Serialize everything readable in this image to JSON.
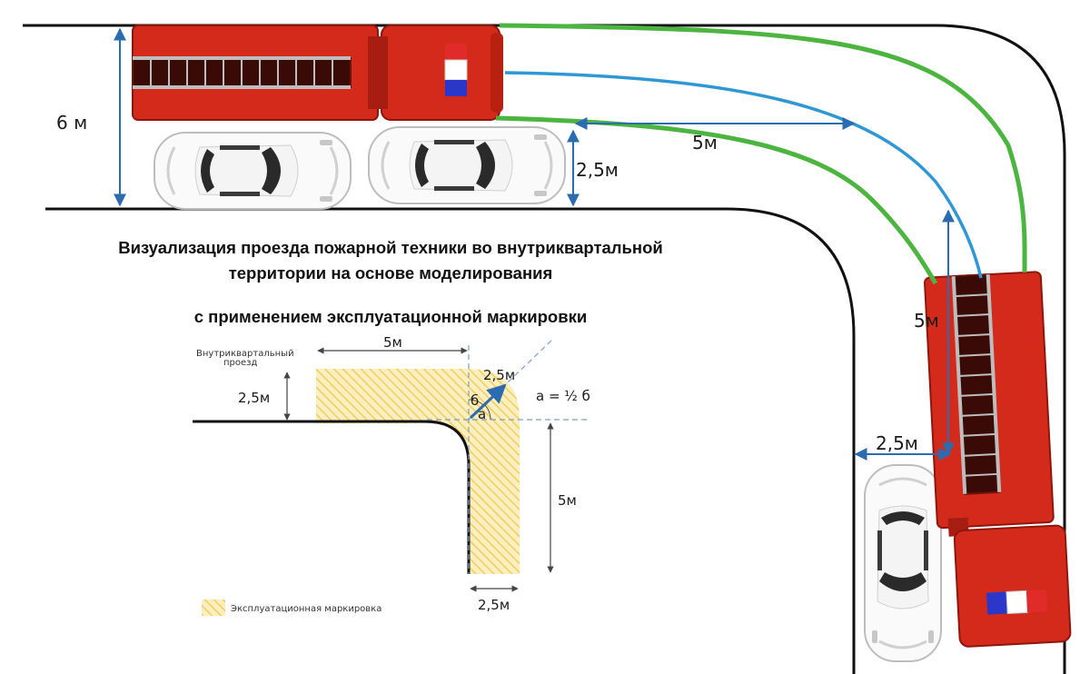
{
  "title_lines": [
    "Визуализация проезда пожарной техники во внутриквартальной",
    "территории на основе моделирования",
    "с применением эксплуатационной маркировки"
  ],
  "top_scene": {
    "road_width_label": "6 м",
    "parking_width_label": "2,5м",
    "straight_length_label": "5м"
  },
  "right_scene": {
    "straight_length_label": "5м",
    "parking_width_label": "2,5м"
  },
  "inset": {
    "road_caption_line1": "Внутриквартальный",
    "road_caption_line2": "проезд",
    "top_length_label": "5м",
    "left_offset_label": "2,5м",
    "diagonal_label": "2,5м",
    "angle_b_label": "б",
    "angle_a_label": "а",
    "formula": "а = ½ б",
    "vertical_length_label": "5м",
    "bottom_width_label": "2,5м",
    "legend_label": "Эксплуатационная маркировка"
  },
  "colors": {
    "fire_truck": "#d42a1c",
    "outer_track": "#4cb53f",
    "center_track": "#2f97d4",
    "dimension": "#2b6cb0",
    "marking": "#f2d36a"
  }
}
